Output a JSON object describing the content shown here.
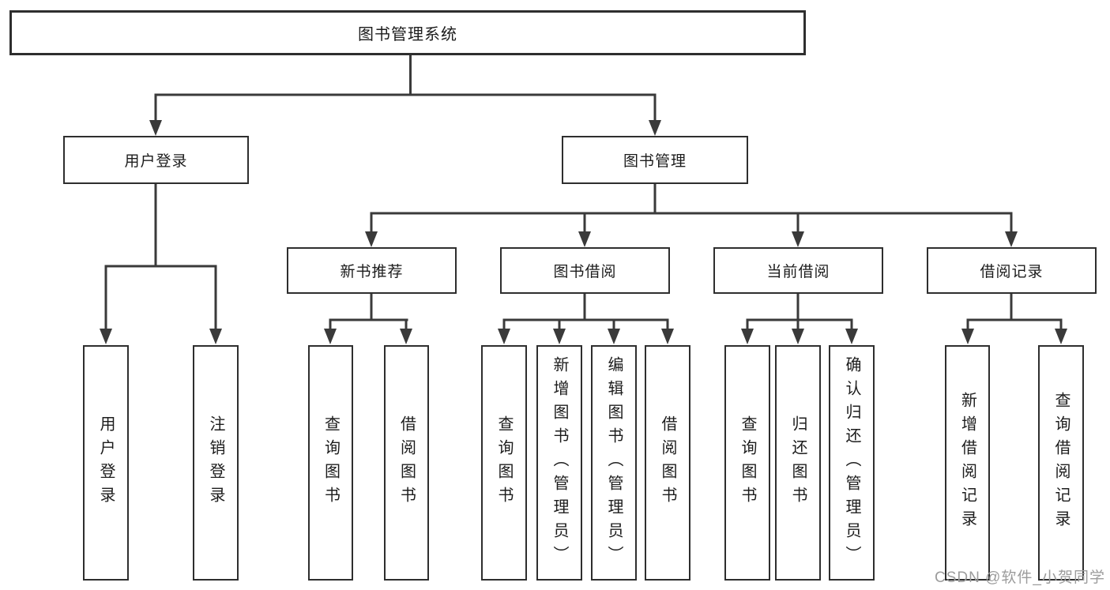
{
  "tree": {
    "root": "图书管理系统",
    "children": [
      {
        "label": "用户登录",
        "children": [
          "用户登录",
          "注销登录"
        ]
      },
      {
        "label": "图书管理",
        "children": [
          {
            "label": "新书推荐",
            "children": [
              "查询图书",
              "借阅图书"
            ]
          },
          {
            "label": "图书借阅",
            "children": [
              "查询图书",
              "新增图书（管理员）",
              "编辑图书（管理员）",
              "借阅图书"
            ]
          },
          {
            "label": "当前借阅",
            "children": [
              "查询图书",
              "归还图书",
              "确认归还（管理员）"
            ]
          },
          {
            "label": "借阅记录",
            "children": [
              "新增借阅记录",
              "查询借阅记录"
            ]
          }
        ]
      }
    ]
  },
  "watermark": "CSDN @软件_小贺同学",
  "colors": {
    "line": "#3a3a3a",
    "border": "#2e2e2e",
    "text": "#1c1c1c",
    "watermark": "#9c9c9c"
  }
}
